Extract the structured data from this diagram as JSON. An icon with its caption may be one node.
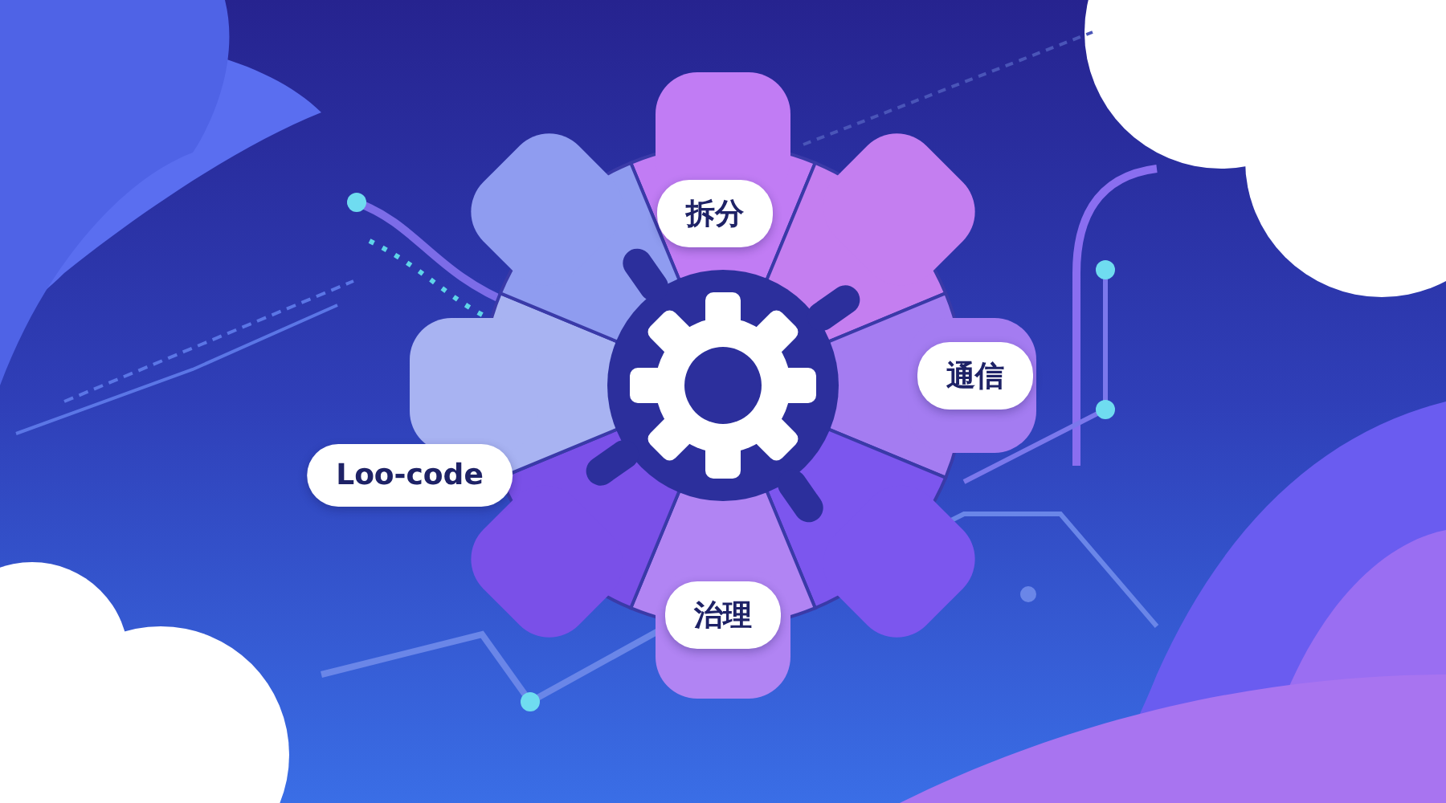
{
  "diagram": {
    "nodes": [
      {
        "text": [
          "拆分"
        ]
      },
      {
        "text": [
          "通信"
        ]
      },
      {
        "text": [
          "Loo-code"
        ]
      },
      {
        "text": [
          "治理"
        ]
      }
    ]
  }
}
